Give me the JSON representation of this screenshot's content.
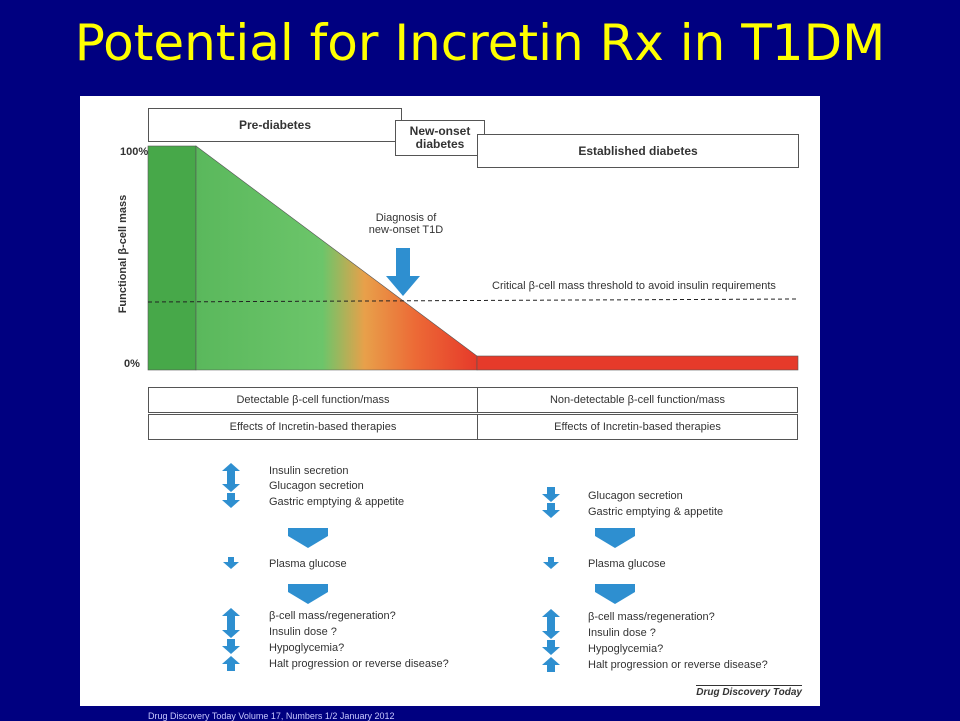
{
  "title": "Potential for Incretin Rx in T1DM",
  "stages": {
    "pre": "Pre-diabetes",
    "new_onset": "New-onset diabetes",
    "established": "Established diabetes"
  },
  "axis": {
    "ylabel": "Functional β-cell mass",
    "top_tick": "100%",
    "bottom_tick": "0%"
  },
  "annotations": {
    "diagnosis": "Diagnosis of new-onset T1D",
    "threshold": "Critical β-cell mass threshold to avoid insulin requirements"
  },
  "bands": {
    "left_status": "Detectable β-cell function/mass",
    "right_status": "Non-detectable β-cell function/mass",
    "left_effects": "Effects of  Incretin-based therapies",
    "right_effects": "Effects of  Incretin-based therapies"
  },
  "left_effects": [
    {
      "text": "Insulin secretion",
      "dir": "up"
    },
    {
      "text": "Glucagon secretion",
      "dir": "down"
    },
    {
      "text": "Gastric emptying & appetite",
      "dir": "down"
    },
    {
      "text": "Plasma glucose",
      "dir": "down"
    },
    {
      "text": "β-cell mass/regeneration?",
      "dir": "up"
    },
    {
      "text": "Insulin dose ?",
      "dir": "down"
    },
    {
      "text": "Hypoglycemia?",
      "dir": "down"
    },
    {
      "text": "Halt progression or reverse disease?",
      "dir": "up"
    }
  ],
  "right_effects": [
    {
      "text": "Glucagon secretion",
      "dir": "down"
    },
    {
      "text": "Gastric emptying & appetite",
      "dir": "down"
    },
    {
      "text": "Plasma glucose",
      "dir": "down"
    },
    {
      "text": "β-cell mass/regeneration?",
      "dir": "up"
    },
    {
      "text": "Insulin dose ?",
      "dir": "down"
    },
    {
      "text": "Hypoglycemia?",
      "dir": "down"
    },
    {
      "text": "Halt progression or reverse disease?",
      "dir": "up"
    }
  ],
  "journal": "Drug Discovery Today",
  "citation": "Drug Discovery Today  Volume 17, Numbers 1/2  January 2012",
  "colors": {
    "background": "#000080",
    "title": "#ffff00",
    "arrow": "#2e8fd0",
    "green_dark": "#4caf50",
    "red": "#e8402a"
  }
}
